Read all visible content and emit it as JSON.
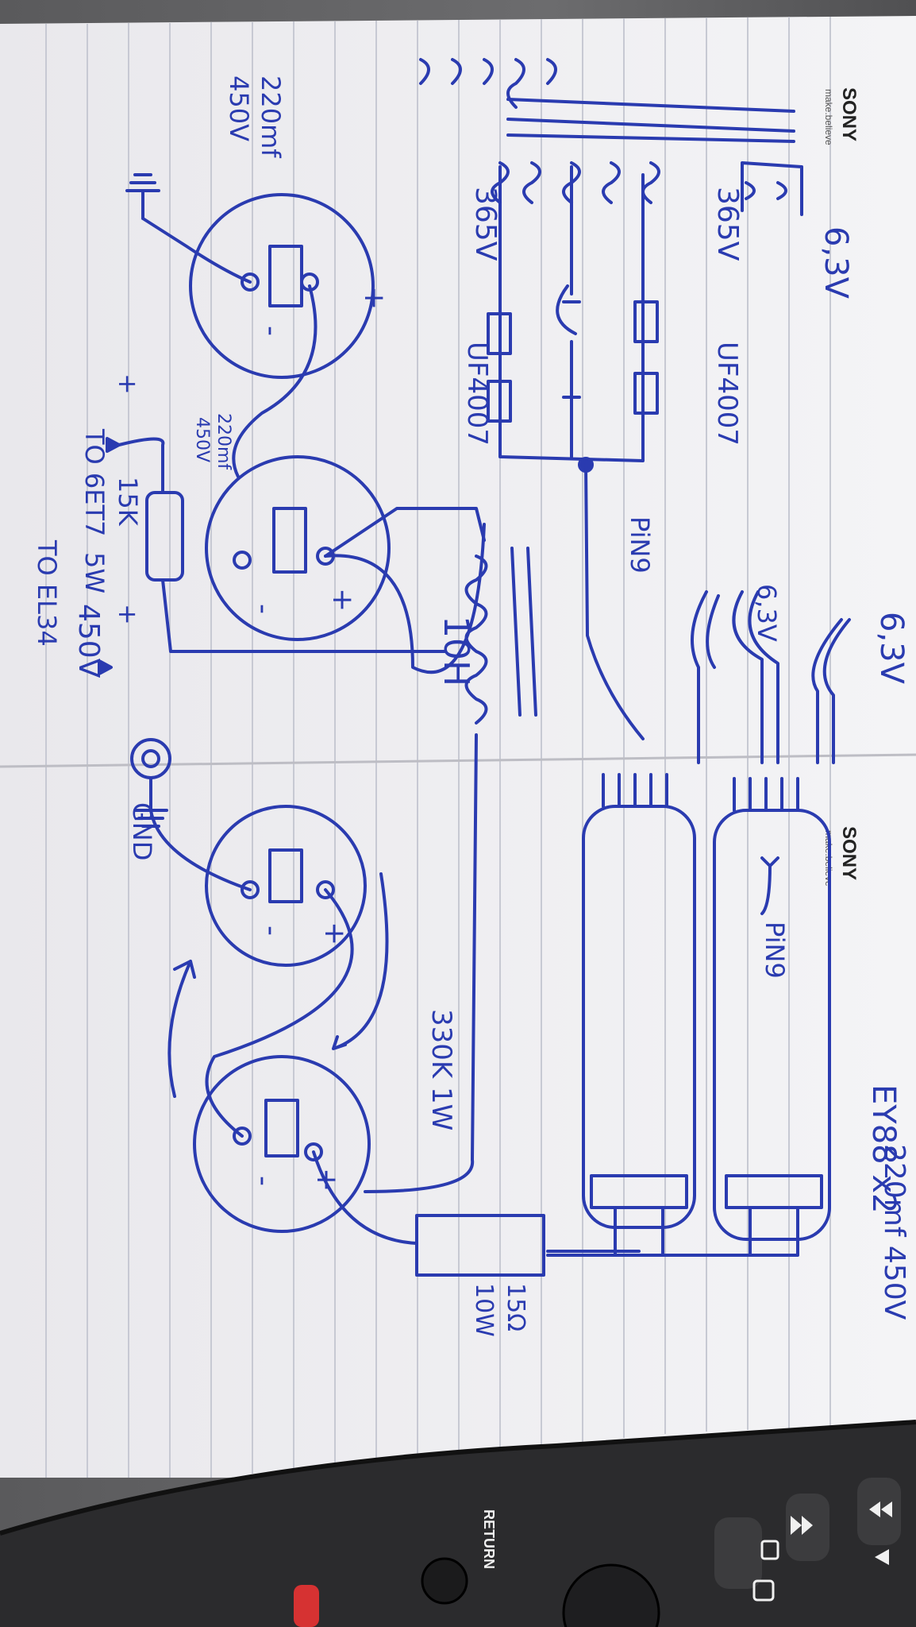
{
  "notebook": {
    "brand_top": "SONY",
    "tagline_top": "make.believe",
    "brand_bottom": "SONY",
    "tagline_bottom": "make.believe"
  },
  "schematic": {
    "heater_top": "6,3V",
    "secondary_top": "365V",
    "secondary_bottom": "365V",
    "diode_top": "UF4007",
    "diode_bottom": "UF4007",
    "pin_label_1": "PiN9",
    "heater_mid": "6,3V",
    "heater_right": "6,3V",
    "pin_label_2": "PiN9",
    "tube_label": "EY88 x2",
    "cap1_label_a": "220mf",
    "cap1_label_b": "450V",
    "cap2_label_a": "220mf",
    "cap2_label_b": "450V",
    "resistor_15k": "15K",
    "resistor_15k_power": "5W",
    "to_6e": "TO 6ET7",
    "voltage_450": "450V",
    "to_el34": "TO EL34",
    "choke": "10H",
    "gnd": "GND",
    "resistor_330k": "330K 1W",
    "resistor_15r": "15Ω",
    "resistor_15r_power": "10W",
    "cap_pair_label": "220mf 450V",
    "plus": "+",
    "minus": "-"
  },
  "remote": {
    "return_label": "RETURN"
  }
}
